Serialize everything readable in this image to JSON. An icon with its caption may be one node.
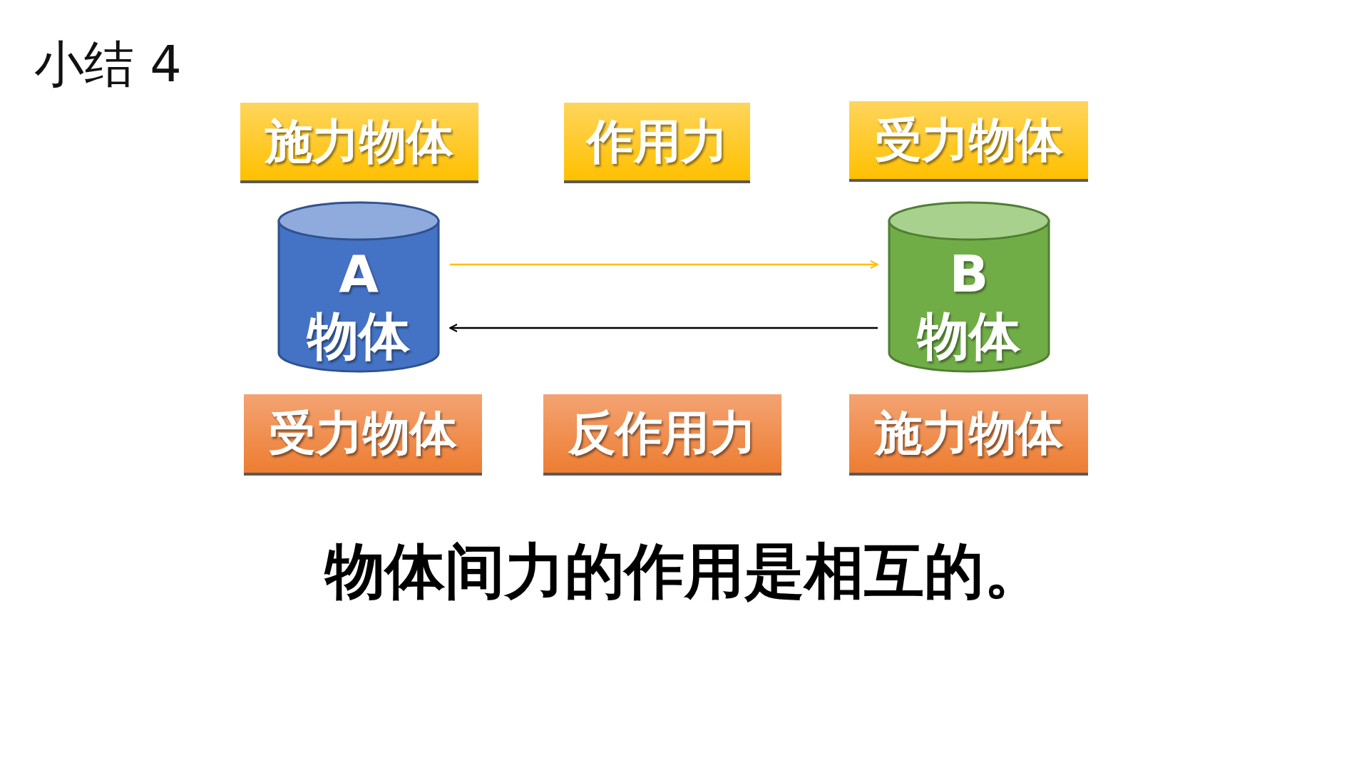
{
  "diagram": {
    "title": "小结 4",
    "nodes": [
      {
        "text": [
          "施力物体"
        ]
      },
      {
        "text": [
          "作用力"
        ]
      },
      {
        "text": [
          "受力物体"
        ]
      },
      {
        "text": [
          "A 物体"
        ]
      },
      {
        "text": [
          "B 物体"
        ]
      },
      {
        "text": [
          "受力物体"
        ]
      },
      {
        "text": [
          "反作用力"
        ]
      },
      {
        "text": [
          "施力物体"
        ]
      }
    ],
    "edges": [
      {
        "from": 3,
        "to": 4,
        "arrow": "to",
        "color": "#ffc000"
      },
      {
        "from": 4,
        "to": 3,
        "arrow": "to",
        "color": "#000000"
      }
    ],
    "labels": [
      "物体间力的作用是相互的。"
    ]
  }
}
